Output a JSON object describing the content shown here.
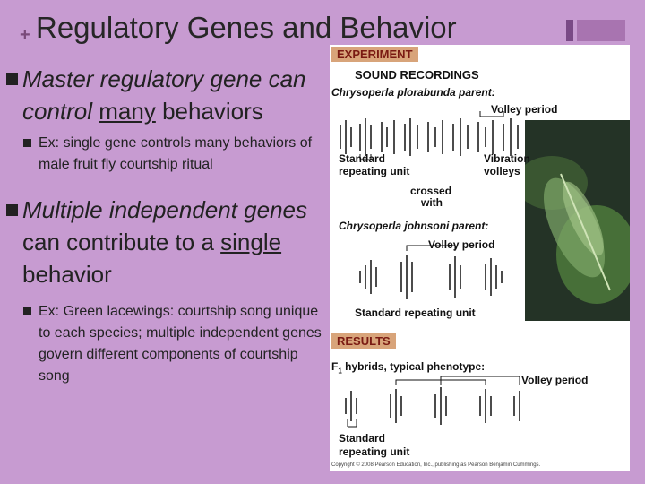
{
  "slide": {
    "plus_glyph": "+",
    "title": "Regulatory Genes and Behavior",
    "bullet1": {
      "part1": "Master regulatory gene can control ",
      "emph": "many",
      "part2": " behaviors"
    },
    "sub1": "Ex: single gene controls many behaviors of male fruit fly courtship ritual",
    "bullet2": {
      "part1": "Multiple independent genes",
      "part2": " can contribute to a ",
      "emph": "single",
      "part3": " behavior"
    },
    "sub2": "Ex: Green lacewings: courtship song unique to each species; multiple independent genes govern different components of courtship song"
  },
  "figure": {
    "experiment": "EXPERIMENT",
    "sound_recordings": "SOUND RECORDINGS",
    "parent1": "Chrysoperla plorabunda parent:",
    "volley_period_1": "Volley period",
    "standard_unit_1_line1": "Standard",
    "standard_unit_1_line2": "repeating unit",
    "vibration_line1": "Vibration",
    "vibration_line2": "volleys",
    "crossed_line1": "crossed",
    "crossed_line2": "with",
    "parent2": "Chrysoperla johnsoni parent:",
    "volley_period_2": "Volley period",
    "standard_unit_2": "Standard repeating unit",
    "results": "RESULTS",
    "f1_sub": "1",
    "f1_text": " hybrids, typical phenotype:",
    "volley_period_3": "Volley period",
    "standard_unit_3_line1": "Standard",
    "standard_unit_3_line2": "repeating unit",
    "copyright": "Copyright © 2008 Pearson Education, Inc., publishing as Pearson Benjamin Cummings."
  }
}
